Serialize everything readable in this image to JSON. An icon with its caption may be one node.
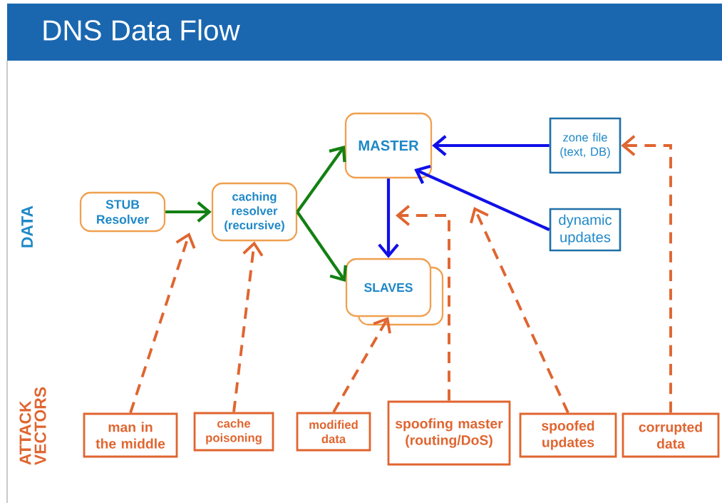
{
  "diagram": {
    "title": "DNS Data Flow",
    "nodes": [
      {
        "text": [
          "STUB Resolver"
        ]
      },
      {
        "text": [
          "caching resolver (recursive)"
        ]
      },
      {
        "text": [
          "MASTER"
        ]
      },
      {
        "text": [
          "zone file (text, DB)"
        ]
      },
      {
        "text": [
          "dynamic updates"
        ]
      },
      {
        "text": [
          "SLAVES"
        ]
      },
      {
        "text": [
          "man in the middle"
        ]
      },
      {
        "text": [
          "cache poisoning"
        ]
      },
      {
        "text": [
          "modified data"
        ]
      },
      {
        "text": [
          "spoofing master (routing/DoS)"
        ]
      },
      {
        "text": [
          "spoofed updates"
        ]
      },
      {
        "text": [
          "corrupted data"
        ]
      }
    ],
    "edges": [
      {
        "from": 0,
        "to": 1,
        "arrow": "to",
        "color": "#138013"
      },
      {
        "from": 1,
        "to": 2,
        "arrow": "to",
        "color": "#138013"
      },
      {
        "from": 1,
        "to": 5,
        "arrow": "to",
        "color": "#138013"
      },
      {
        "from": 3,
        "to": 2,
        "arrow": "to",
        "color": "#1010e8"
      },
      {
        "from": 4,
        "to": 2,
        "arrow": "to",
        "color": "#1010e8"
      },
      {
        "from": 2,
        "to": 5,
        "arrow": "to",
        "color": "#1010e8"
      },
      {
        "from": 6,
        "to": null,
        "arrow": "to",
        "style": "dashed",
        "color": "#e06530"
      },
      {
        "from": 7,
        "to": 1,
        "arrow": "to",
        "style": "dashed",
        "color": "#e06530"
      },
      {
        "from": 8,
        "to": 5,
        "arrow": "to",
        "style": "dashed",
        "color": "#e06530"
      },
      {
        "from": 9,
        "to": null,
        "arrow": "to",
        "style": "dashed",
        "color": "#e06530"
      },
      {
        "from": 10,
        "to": null,
        "arrow": "to",
        "style": "dashed",
        "color": "#e06530"
      },
      {
        "from": 11,
        "to": 3,
        "arrow": "to",
        "style": "dashed",
        "color": "#e06530"
      }
    ],
    "labels": [
      "DATA",
      "ATTACK VECTORS"
    ]
  }
}
